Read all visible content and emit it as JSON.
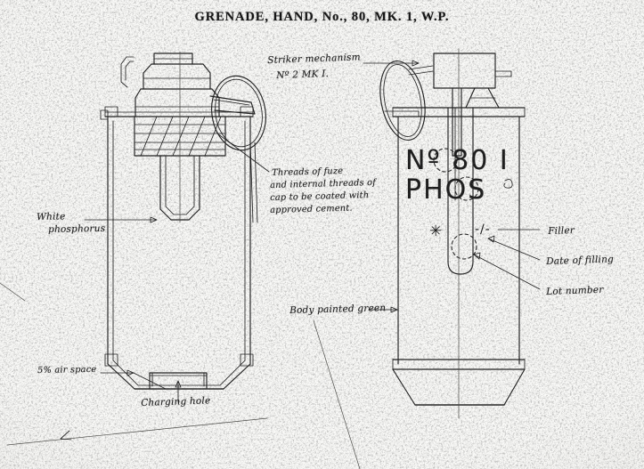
{
  "document": {
    "title": "GRENADE, HAND, No., 80, MK. 1, W.P.",
    "sheet_kind": "ordnance-assembly-drawing",
    "views": [
      {
        "name": "sectional-view",
        "position": "left"
      },
      {
        "name": "external-view",
        "position": "right"
      }
    ]
  },
  "annotations": {
    "striker": {
      "line1": "Striker mechanism",
      "line2": "Nº 2 MK I."
    },
    "threads": {
      "line1": "Threads of fuze",
      "line2": "and internal threads of",
      "line3": "cap to be coated with",
      "line4": "approved cement."
    },
    "white_phosphorus": {
      "line1": "White",
      "line2": "phosphorus"
    },
    "air_space": "5% air space",
    "charging_hole": "Charging hole",
    "body_paint": "Body painted green",
    "filler": "Filler",
    "date_of_filling": "Date of filling",
    "lot_number": "Lot number"
  },
  "body_stencil": {
    "designation": "Nº 80 I",
    "filling": "PHOS",
    "filler_mark": "✳",
    "date_mark": "-/-",
    "lot_mark": "lot-circle"
  },
  "colors": {
    "paper": "#fbfbf9",
    "ink": "#1c1c1c",
    "faint_ink": "#4a4a46",
    "body_paint_color": "#3f6b3a"
  }
}
